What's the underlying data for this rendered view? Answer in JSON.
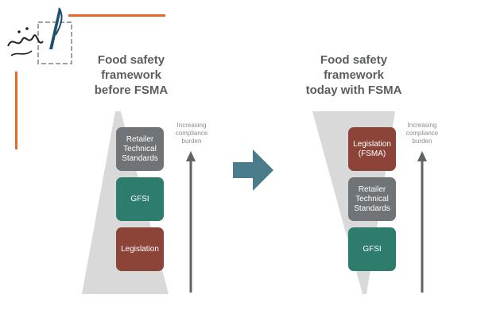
{
  "colors": {
    "accent_orange": "#e86a2a",
    "slate": "#6f7478",
    "green": "#2e7d6c",
    "rust": "#8c4438",
    "arrow_teal": "#4a7c8c",
    "wedge": "#d9d9d9"
  },
  "logo": {
    "signature_text": "سامانه",
    "icon": "quill-pen-icon"
  },
  "left_panel": {
    "title": "Food safety\nframework\nbefore FSMA",
    "axis_note": "Increasing\ncompliance\nburden",
    "boxes": [
      {
        "label": "Retailer\nTechnical\nStandards",
        "color": "#6f7478"
      },
      {
        "label": "GFSI",
        "color": "#2e7d6c"
      },
      {
        "label": "Legislation",
        "color": "#8c4438"
      }
    ]
  },
  "right_panel": {
    "title": "Food safety\nframework\ntoday with FSMA",
    "axis_note": "Increasing\ncompliance\nburden",
    "boxes": [
      {
        "label": "Legislation\n(FSMA)",
        "color": "#8c4438"
      },
      {
        "label": "Retailer\nTechnical\nStandards",
        "color": "#6f7478"
      },
      {
        "label": "GFSI",
        "color": "#2e7d6c"
      }
    ]
  }
}
